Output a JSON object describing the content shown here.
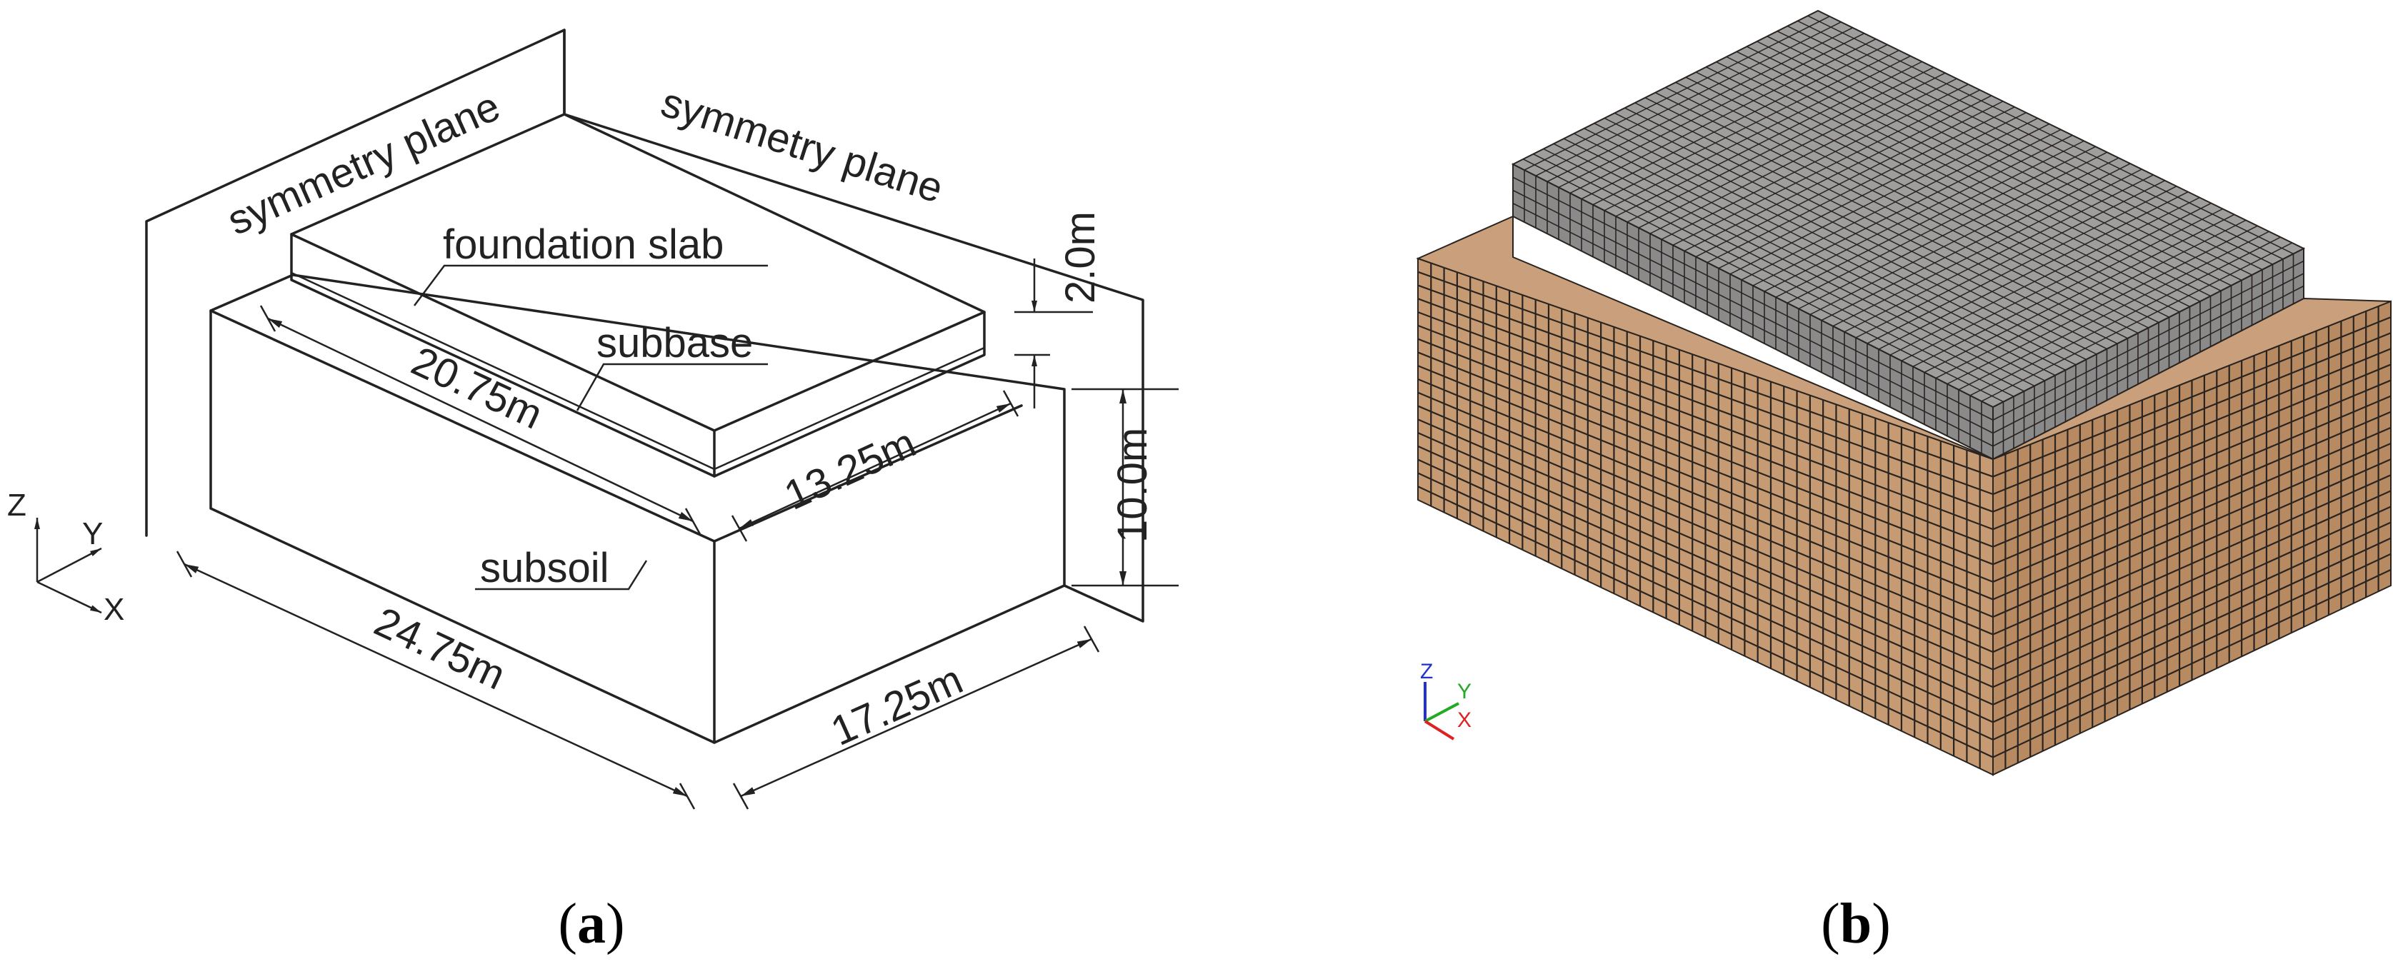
{
  "panel_a": {
    "labels": {
      "symmetry_left": "symmetry plane",
      "symmetry_right": "symmetry plane",
      "foundation": "foundation slab",
      "subbase": "subbase",
      "subsoil": "subsoil"
    },
    "dimensions": {
      "slab_length": "20.75m",
      "slab_width": "13.25m",
      "soil_length": "24.75m",
      "soil_width": "17.25m",
      "slab_thickness": "2.0m",
      "soil_depth": "10.0m"
    },
    "axes": {
      "z": "Z",
      "y": "Y",
      "x": "X"
    }
  },
  "panel_b": {
    "colors": {
      "slab_top": "#9e9e9e",
      "slab_side": "#8a8a8a",
      "soil_left": "#c69a72",
      "soil_right": "#b88a62",
      "soil_top": "#c9a07b",
      "mesh": "#2a2420",
      "axis_z": "#2233cc",
      "axis_y": "#22aa22",
      "axis_x": "#dd2222"
    },
    "axes": {
      "z": "Z",
      "y": "Y",
      "x": "X"
    }
  },
  "captions": {
    "a": {
      "open": "(",
      "letter": "a",
      "close": ")"
    },
    "b": {
      "open": "(",
      "letter": "b",
      "close": ")"
    }
  }
}
